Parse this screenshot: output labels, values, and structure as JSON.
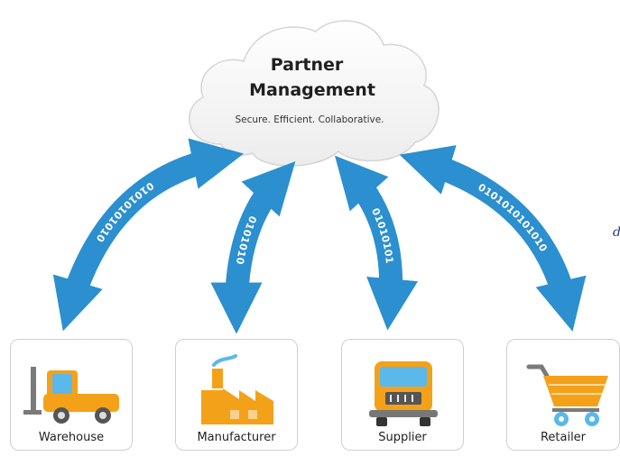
{
  "hub": {
    "title_line1": "Partner",
    "title_line2": "Management",
    "tagline": "Secure. Efficient. Collaborative."
  },
  "side_text": "d",
  "arrows": [
    {
      "bits": "01010101010",
      "target": "Warehouse"
    },
    {
      "bits": "0101010",
      "target": "Manufacturer"
    },
    {
      "bits": "01010101",
      "target": "Supplier"
    },
    {
      "bits": "0101010101010",
      "target": "Retailer"
    }
  ],
  "partners": [
    {
      "label": "Warehouse",
      "icon": "forklift-icon"
    },
    {
      "label": "Manufacturer",
      "icon": "factory-icon"
    },
    {
      "label": "Supplier",
      "icon": "truck-icon"
    },
    {
      "label": "Retailer",
      "icon": "shopping-cart-icon"
    }
  ],
  "colors": {
    "arrow": "#2b8fd0",
    "icon_orange": "#f4a11a",
    "icon_blue": "#5bb8ea",
    "cloud_stroke": "#d5d5d5"
  }
}
